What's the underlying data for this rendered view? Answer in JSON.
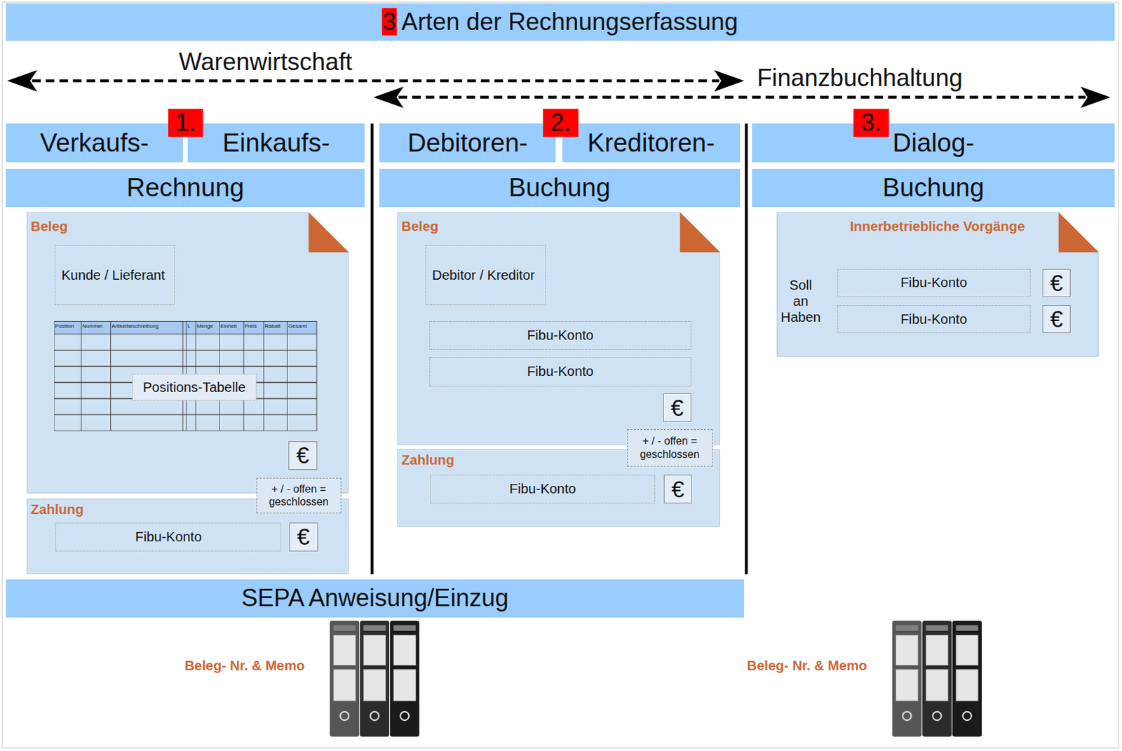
{
  "diagram": {
    "title": "3 Arten der Rechnungserfassung",
    "nodes": [
      {
        "text": [
          "Verkaufs-"
        ]
      },
      {
        "text": [
          "Einkaufs-"
        ]
      },
      {
        "text": [
          "Rechnung"
        ]
      },
      {
        "text": [
          "Debitoren-"
        ]
      },
      {
        "text": [
          "Kreditoren-"
        ]
      },
      {
        "text": [
          "Buchung"
        ]
      },
      {
        "text": [
          "Dialog-"
        ]
      },
      {
        "text": [
          "Buchung"
        ]
      },
      {
        "text": [
          "Beleg"
        ]
      },
      {
        "text": [
          "Kunde / Lieferant"
        ],
        "in": 8
      },
      {
        "text": [
          "Positions-Tabelle"
        ],
        "in": 8
      },
      {
        "text": [
          "€"
        ],
        "in": 8
      },
      {
        "text": [
          "+ / - offen = geschlossen"
        ]
      },
      {
        "text": [
          "Zahlung"
        ]
      },
      {
        "text": [
          "Fibu-Konto"
        ],
        "in": 13
      },
      {
        "text": [
          "€"
        ],
        "in": 13
      },
      {
        "text": [
          "Beleg"
        ]
      },
      {
        "text": [
          "Debitor / Kreditor"
        ],
        "in": 16
      },
      {
        "text": [
          "Fibu-Konto"
        ],
        "in": 16
      },
      {
        "text": [
          "Fibu-Konto"
        ],
        "in": 16
      },
      {
        "text": [
          "€"
        ],
        "in": 16
      },
      {
        "text": [
          "+ / - offen = geschlossen"
        ]
      },
      {
        "text": [
          "Zahlung"
        ]
      },
      {
        "text": [
          "Fibu-Konto"
        ],
        "in": 22
      },
      {
        "text": [
          "€"
        ],
        "in": 22
      },
      {
        "text": [
          "Innerbetriebliche Vorgänge"
        ]
      },
      {
        "text": [
          "Fibu-Konto"
        ],
        "in": 25
      },
      {
        "text": [
          "€"
        ],
        "in": 25
      },
      {
        "text": [
          "Fibu-Konto"
        ],
        "in": 25
      },
      {
        "text": [
          "€"
        ],
        "in": 25
      },
      {
        "text": [
          "SEPA Anweisung/Einzug"
        ]
      }
    ],
    "labels": [
      "Warenwirtschaft",
      "Finanzbuchhaltung",
      "1.",
      "2.",
      "3.",
      "Position",
      "Nummer",
      "Artikelbeschreibung",
      "L",
      "Menge",
      "Einheit",
      "Preis",
      "Rabatt",
      "Gesamt",
      "Soll an Haben",
      "Beleg- Nr. & Memo",
      "Beleg- Nr. & Memo"
    ]
  }
}
